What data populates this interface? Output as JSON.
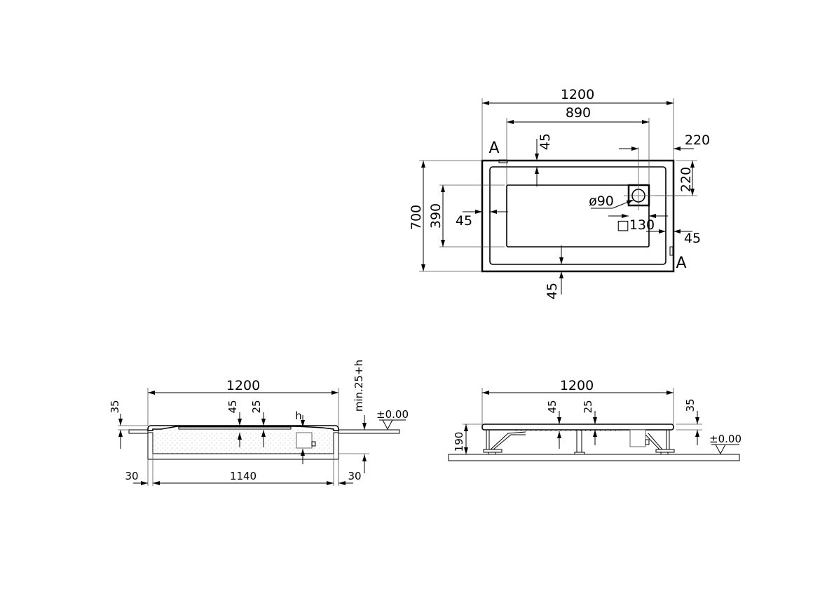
{
  "plan_view": {
    "width": "1200",
    "basin_width": "890",
    "depth": "700",
    "basin_depth": "390",
    "rim_left": "45",
    "rim_top": "45",
    "rim_bottom": "45",
    "rim_right": "45",
    "drain_offset_x": "220",
    "drain_offset_y": "220",
    "drain_diameter": "ø90",
    "drain_square": "□130",
    "section_mark_start": "A",
    "section_mark_end": "A"
  },
  "section_recessed": {
    "width": "1200",
    "inner_width": "1140",
    "left_gap": "30",
    "right_gap": "30",
    "rim_height": "35",
    "depth_a": "45",
    "depth_b": "25",
    "h_label": "h",
    "min_label": "min.25+h",
    "level": "±0.00"
  },
  "section_legs": {
    "width": "1200",
    "depth_a": "45",
    "depth_b": "25",
    "rim_height": "35",
    "height": "190",
    "level": "±0.00"
  }
}
